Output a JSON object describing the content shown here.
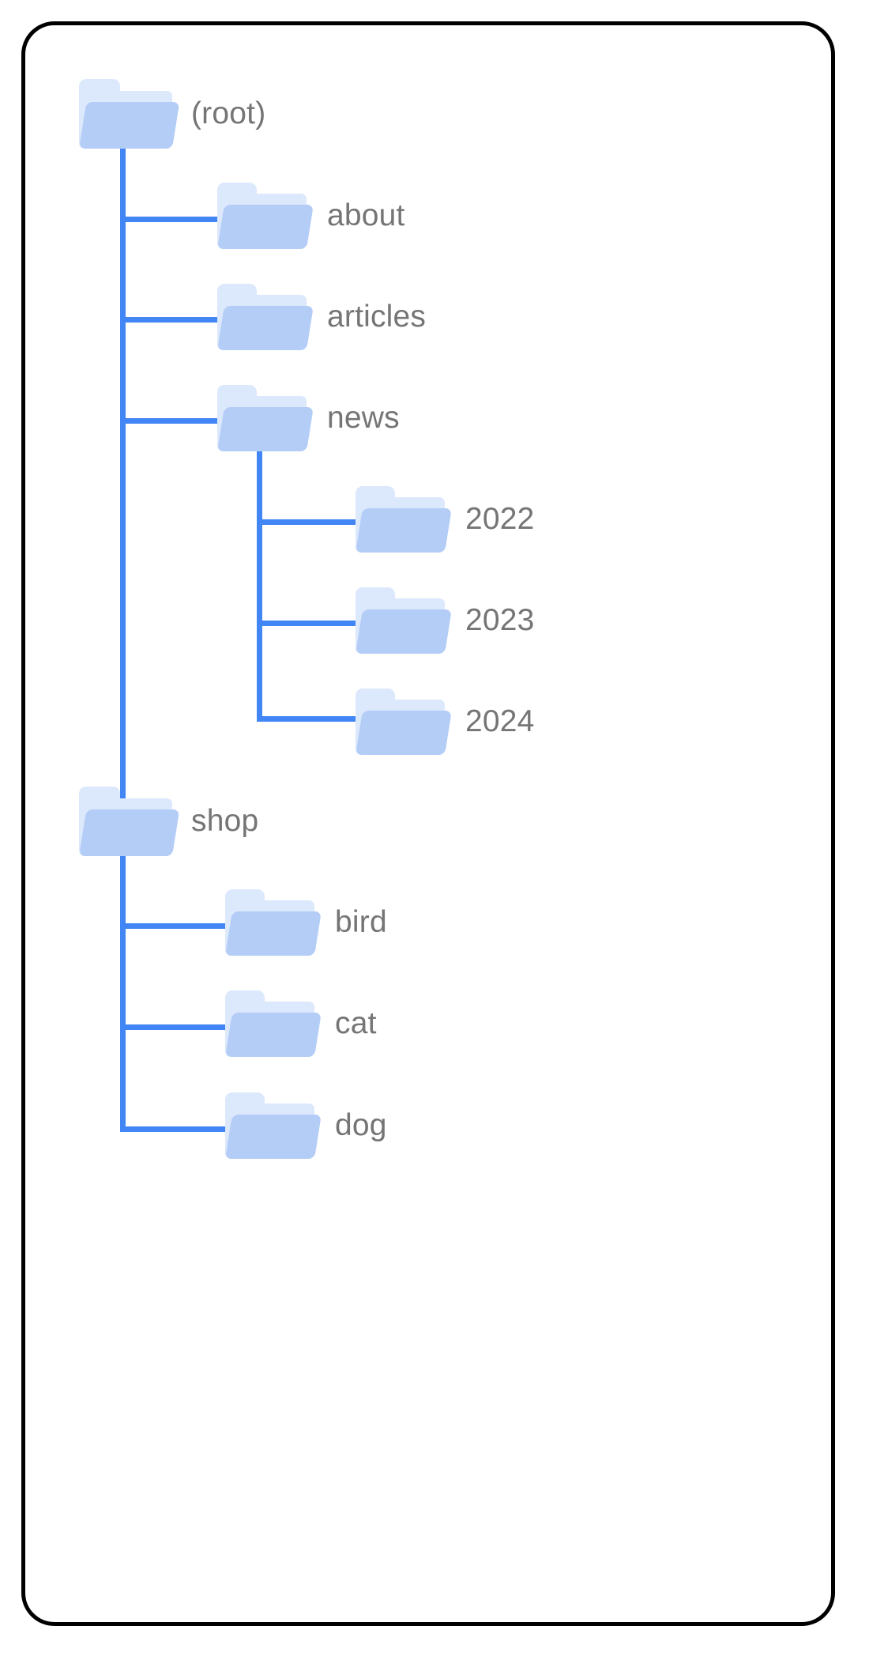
{
  "diagram": {
    "title": "folder-tree",
    "card": {
      "border_color": "#000000",
      "background": "#ffffff"
    },
    "style": {
      "edge_color": "#4285f4",
      "label_color": "#757575",
      "folder_back_color": "#dce8fb",
      "folder_front_color": "#b4cdf7"
    },
    "nodes": [
      {
        "id": "root",
        "label": "(root)",
        "depth": 0,
        "icon": "folder-icon"
      },
      {
        "id": "about",
        "label": "about",
        "depth": 1,
        "icon": "folder-icon"
      },
      {
        "id": "articles",
        "label": "articles",
        "depth": 1,
        "icon": "folder-icon"
      },
      {
        "id": "news",
        "label": "news",
        "depth": 1,
        "icon": "folder-icon"
      },
      {
        "id": "2022",
        "label": "2022",
        "depth": 2,
        "icon": "folder-icon"
      },
      {
        "id": "2023",
        "label": "2023",
        "depth": 2,
        "icon": "folder-icon"
      },
      {
        "id": "2024",
        "label": "2024",
        "depth": 2,
        "icon": "folder-icon"
      },
      {
        "id": "shop",
        "label": "shop",
        "depth": 0,
        "icon": "folder-icon"
      },
      {
        "id": "bird",
        "label": "bird",
        "depth": 1,
        "icon": "folder-icon"
      },
      {
        "id": "cat",
        "label": "cat",
        "depth": 1,
        "icon": "folder-icon"
      },
      {
        "id": "dog",
        "label": "dog",
        "depth": 1,
        "icon": "folder-icon"
      }
    ]
  }
}
